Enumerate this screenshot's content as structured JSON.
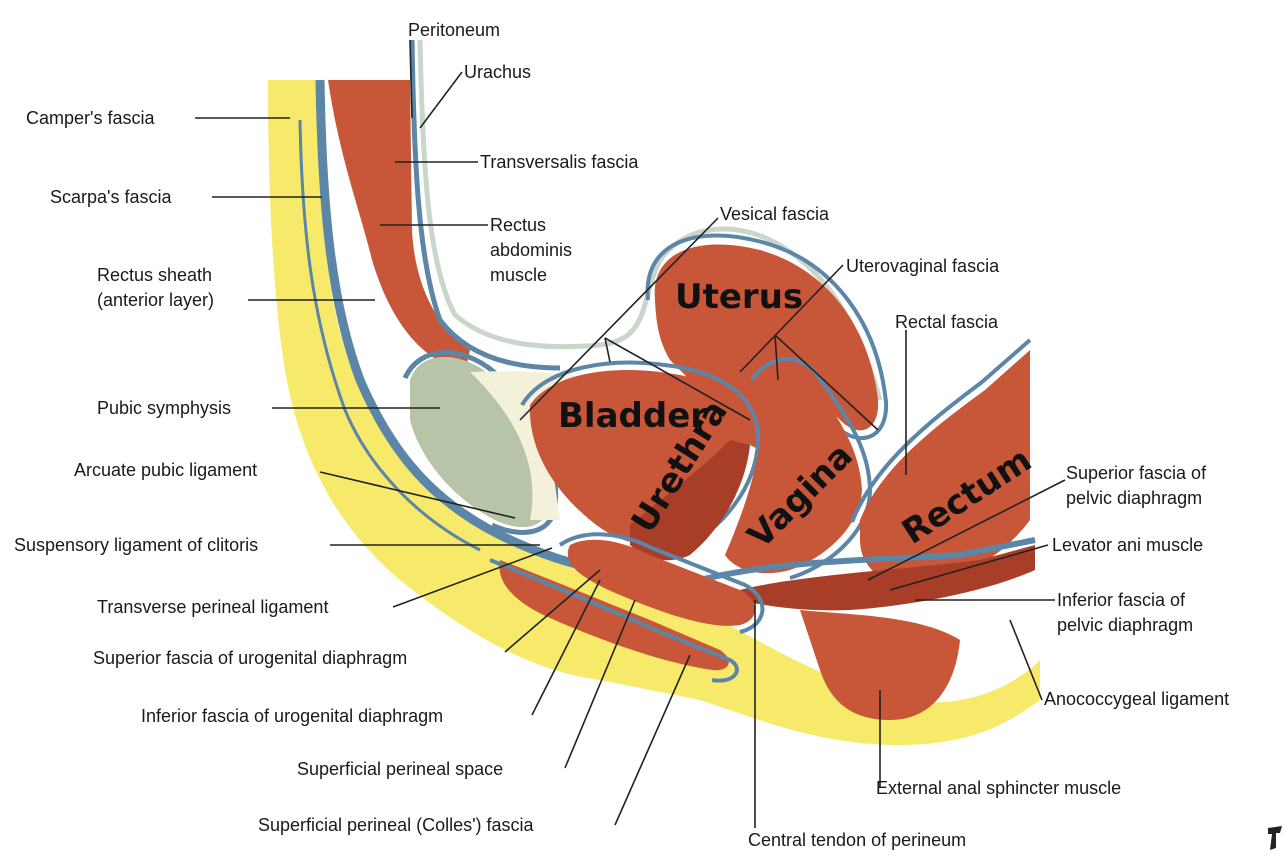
{
  "colors": {
    "fat": "#f7ea6b",
    "muscle": "#c8573a",
    "muscle_dark": "#a83e28",
    "fascia": "#5b86a8",
    "fascia_light": "#c9d6c9",
    "bone": "#b8c4a8",
    "space": "#f4f1da"
  },
  "organs": {
    "uterus": "Uterus",
    "bladder": "Bladder",
    "urethra": "Urethra",
    "vagina": "Vagina",
    "rectum": "Rectum"
  },
  "labels": {
    "peritoneum": "Peritoneum",
    "urachus": "Urachus",
    "campers_fascia": "Camper's fascia",
    "transversalis_fascia": "Transversalis fascia",
    "scarpas_fascia": "Scarpa's fascia",
    "rectus_abdominis_1": "Rectus",
    "rectus_abdominis_2": "abdominis",
    "rectus_abdominis_3": "muscle",
    "vesical_fascia": "Vesical fascia",
    "rectus_sheath_1": "Rectus sheath",
    "rectus_sheath_2": "(anterior layer)",
    "uterovaginal_fascia": "Uterovaginal fascia",
    "rectal_fascia": "Rectal fascia",
    "pubic_symphysis": "Pubic symphysis",
    "arcuate_pubic_ligament": "Arcuate pubic ligament",
    "superior_fascia_pelvic_1": "Superior fascia of",
    "superior_fascia_pelvic_2": "pelvic diaphragm",
    "suspensory_ligament": "Suspensory ligament of clitoris",
    "levator_ani": "Levator ani muscle",
    "transverse_perineal": "Transverse perineal ligament",
    "inferior_fascia_pelvic_1": "Inferior fascia of",
    "inferior_fascia_pelvic_2": "pelvic diaphragm",
    "superior_fascia_urogenital": "Superior fascia of urogenital diaphragm",
    "anococcygeal": "Anococcygeal ligament",
    "inferior_fascia_urogenital": "Inferior fascia of urogenital diaphragm",
    "superficial_perineal_space": "Superficial perineal space",
    "external_anal_sphincter": "External anal sphincter muscle",
    "colles_fascia": "Superficial perineal (Colles') fascia",
    "central_tendon": "Central tendon of perineum"
  }
}
